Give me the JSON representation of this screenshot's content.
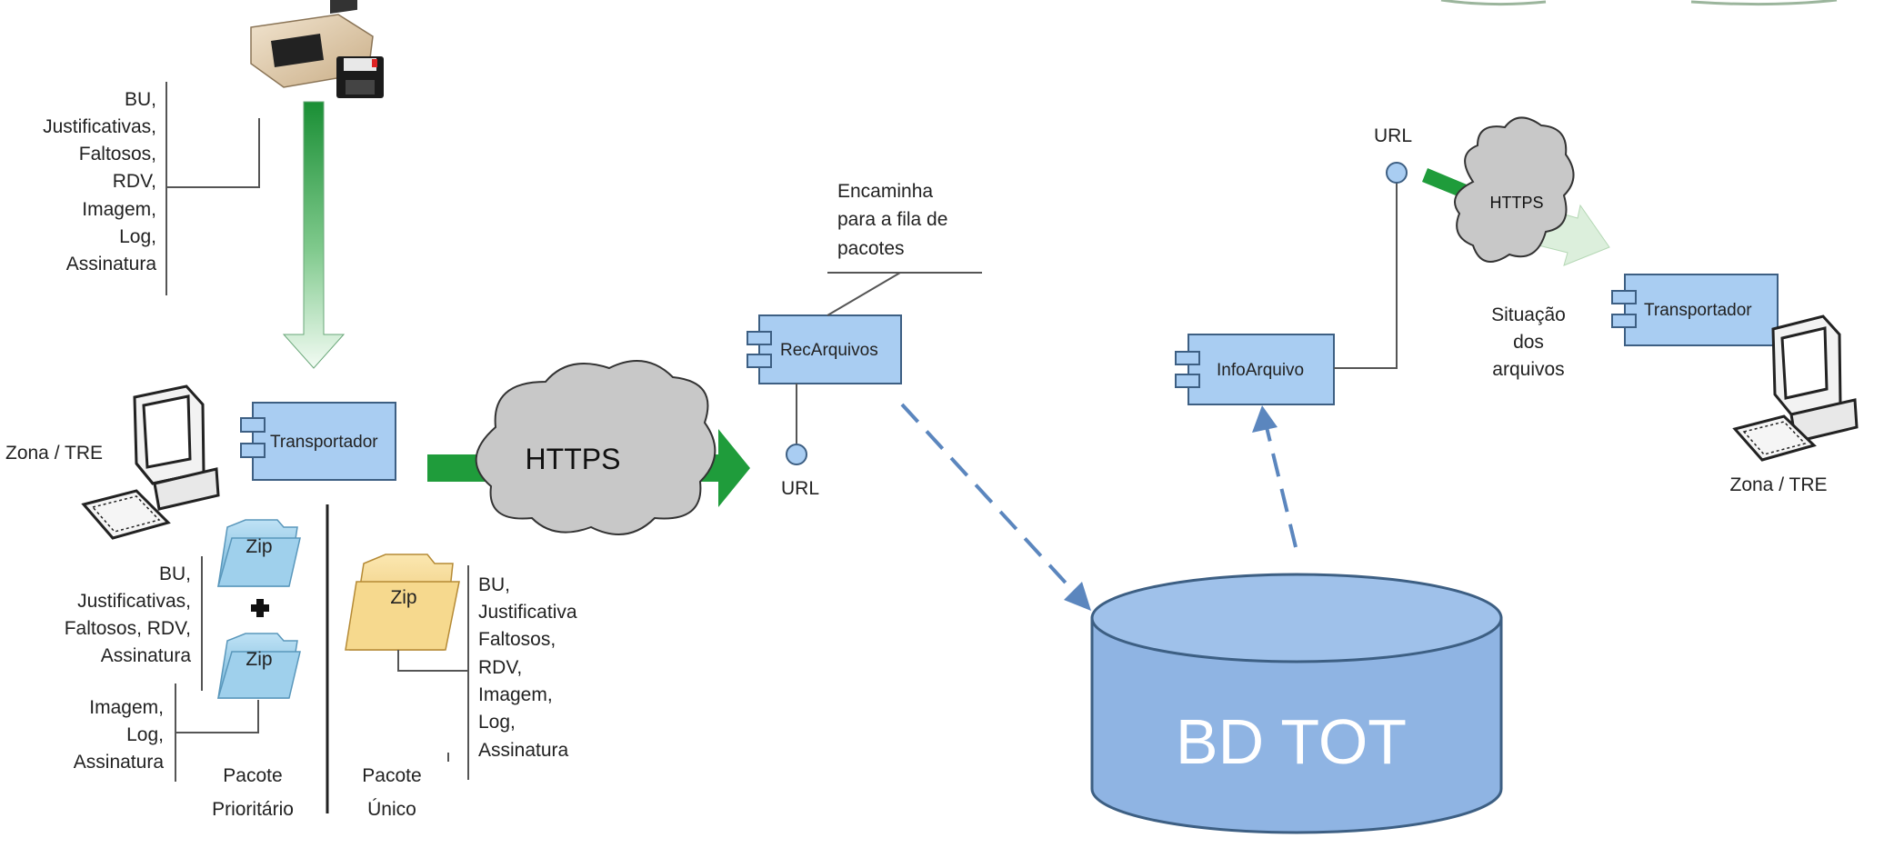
{
  "diagram": {
    "urna_items": [
      "BU,",
      "Justificativas,",
      "Faltosos,",
      "RDV,",
      "Imagem,",
      "Log,",
      "Assinatura"
    ],
    "zona_left_label": "Zona / TRE",
    "transportador_left": "Transportador",
    "zip_label": "Zip",
    "zip1_items": [
      "BU,",
      "Justificativas,",
      "Faltosos, RDV,",
      "Assinatura"
    ],
    "zip2_items": [
      "Imagem,",
      "Log,",
      "Assinatura"
    ],
    "unico_items": [
      "BU,",
      "Justificativa",
      "Faltosos,",
      "RDV,",
      "Imagem,",
      "Log,",
      "Assinatura"
    ],
    "pacote_prioritario": [
      "Pacote",
      "Prioritário"
    ],
    "pacote_unico": [
      "Pacote",
      "Único"
    ],
    "https_big": "HTTPS",
    "url_left": "URL",
    "recarquivos": "RecArquivos",
    "encaminha_note": [
      "Encaminha",
      "para a fila de",
      "pacotes"
    ],
    "db_label": "BD TOT",
    "infoarquivo": "InfoArquivo",
    "url_right": "URL",
    "https_small": "HTTPS",
    "situacao": [
      "Situação",
      "dos",
      "arquivos"
    ],
    "transportador_right": "Transportador",
    "zona_right_label": "Zona / TRE"
  },
  "colors": {
    "component_fill": "#a9cdf2",
    "component_stroke": "#3d5f83",
    "arrow_green": "#1f9c3b",
    "dashed_arrow": "#5b86be",
    "db_fill": "#8fb4e3",
    "cloud_fill": "#c8c8c8"
  }
}
